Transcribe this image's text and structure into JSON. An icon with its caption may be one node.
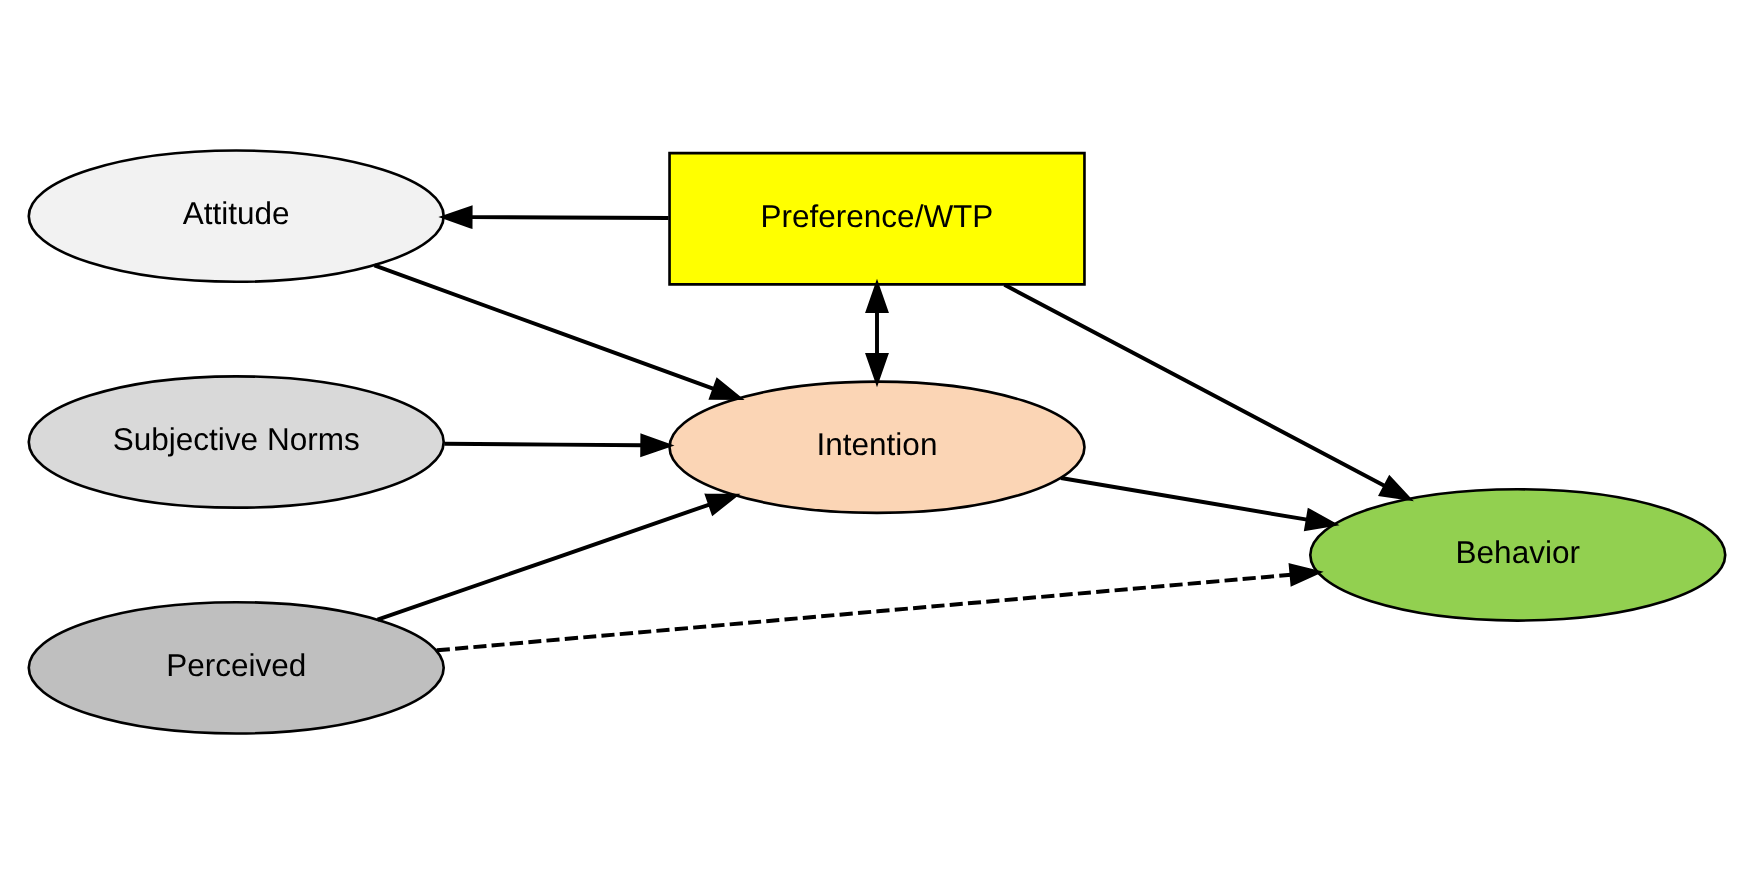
{
  "diagram": {
    "nodes": [
      {
        "text": [
          "Preference/WTP"
        ]
      },
      {
        "text": [
          "Attitude"
        ]
      },
      {
        "text": [
          "Subjective Norms"
        ]
      },
      {
        "text": [
          "Intention"
        ]
      },
      {
        "text": [
          "Behavior"
        ]
      },
      {
        "text": [
          "Perceived"
        ]
      }
    ],
    "edges": [
      {
        "from": 0,
        "to": 1,
        "arrow": "to"
      },
      {
        "from": 0,
        "to": 3,
        "arrow": "both"
      },
      {
        "from": 0,
        "to": 4,
        "arrow": "to"
      },
      {
        "from": 1,
        "to": 3,
        "arrow": "to"
      },
      {
        "from": 2,
        "to": 3,
        "arrow": "to"
      },
      {
        "from": 3,
        "to": 4,
        "arrow": "to"
      },
      {
        "from": 5,
        "to": 3,
        "arrow": "to"
      },
      {
        "from": 5,
        "to": 4,
        "arrow": "to",
        "style": "dashed"
      }
    ]
  }
}
